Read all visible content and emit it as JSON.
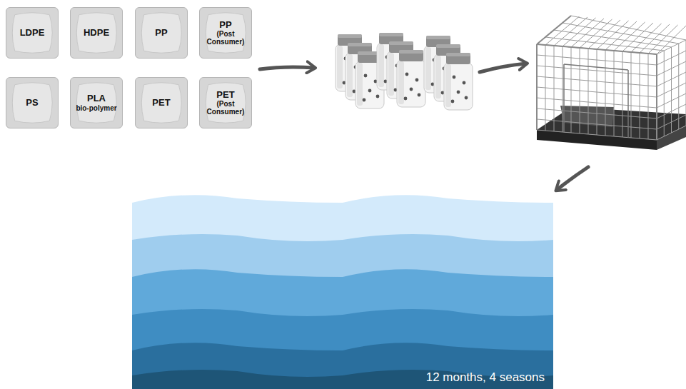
{
  "diagram": {
    "nodes": [
      {
        "text": [
          "LDPE"
        ]
      },
      {
        "text": [
          "HDPE"
        ]
      },
      {
        "text": [
          "PP"
        ]
      },
      {
        "text": [
          "PP",
          "(Post Consumer)"
        ]
      },
      {
        "text": [
          "PS"
        ]
      },
      {
        "text": [
          "PLA",
          "bio-polymer"
        ]
      },
      {
        "text": [
          "PET"
        ]
      },
      {
        "text": [
          "PET",
          "(Post Consumer)"
        ]
      },
      {
        "text": [
          "12 months, 4 seasons"
        ]
      }
    ]
  }
}
